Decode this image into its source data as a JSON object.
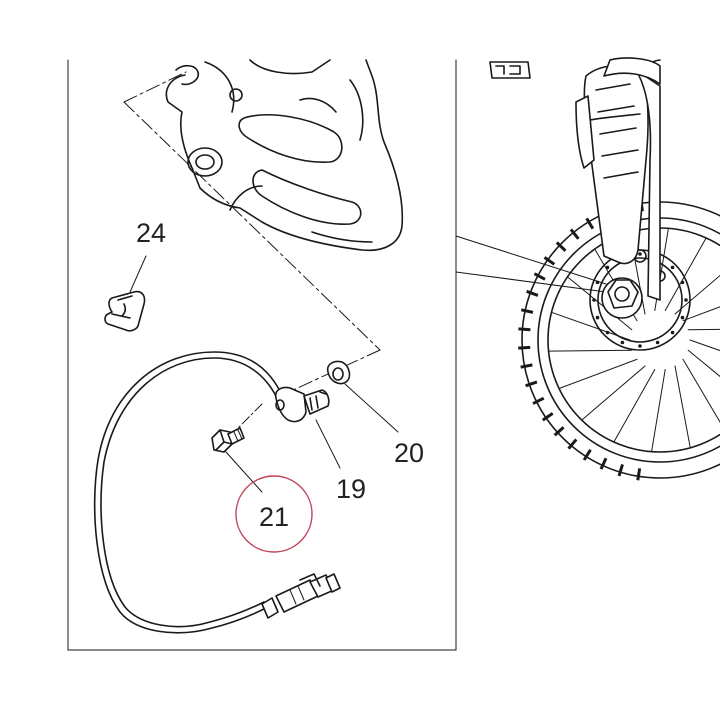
{
  "callouts": {
    "c24": "24",
    "c20": "20",
    "c19": "19",
    "c21": "21"
  },
  "highlight": {
    "part": "21",
    "color": "#c0445a"
  },
  "colors": {
    "line": "#1a1a1a",
    "background": "#ffffff"
  }
}
